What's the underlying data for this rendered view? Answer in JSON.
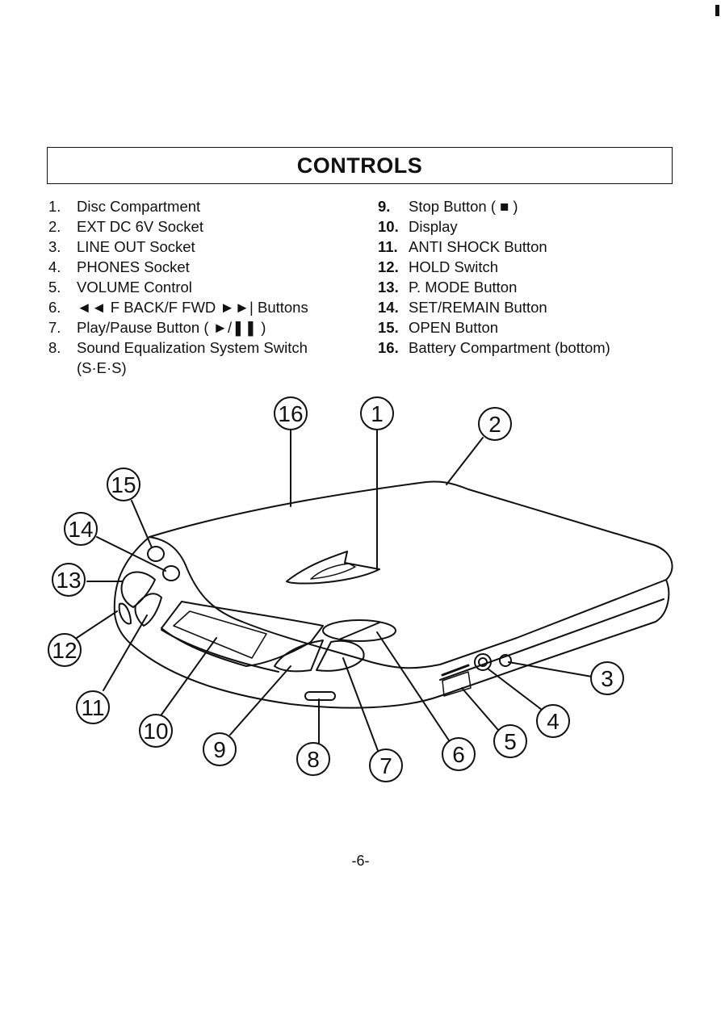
{
  "page": {
    "title": "CONTROLS",
    "page_number": "-6-"
  },
  "controls_left": [
    {
      "number": "1.",
      "label": "Disc Compartment"
    },
    {
      "number": "2.",
      "label": "EXT DC 6V Socket"
    },
    {
      "number": "3.",
      "label": "LINE OUT Socket"
    },
    {
      "number": "4.",
      "label": "PHONES Socket"
    },
    {
      "number": "5.",
      "label": "VOLUME Control"
    },
    {
      "number": "6.",
      "label": "◄◄ F BACK/F FWD ►►| Buttons"
    },
    {
      "number": "7.",
      "label": "Play/Pause Button ( ►/❚❚ )"
    },
    {
      "number": "8.",
      "label": "Sound Equalization System Switch",
      "continuation": "(S·E·S)"
    }
  ],
  "controls_right": [
    {
      "number": "9.",
      "label": "Stop Button ( ■ )"
    },
    {
      "number": "10.",
      "label": "Display"
    },
    {
      "number": "11.",
      "label": "ANTI SHOCK Button"
    },
    {
      "number": "12.",
      "label": "HOLD Switch"
    },
    {
      "number": "13.",
      "label": "P. MODE Button"
    },
    {
      "number": "14.",
      "label": "SET/REMAIN Button"
    },
    {
      "number": "15.",
      "label": "OPEN Button"
    },
    {
      "number": "16.",
      "label": "Battery Compartment (bottom)"
    }
  ],
  "callouts": [
    "1",
    "2",
    "3",
    "4",
    "5",
    "6",
    "7",
    "8",
    "9",
    "10",
    "11",
    "12",
    "13",
    "14",
    "15",
    "16"
  ]
}
